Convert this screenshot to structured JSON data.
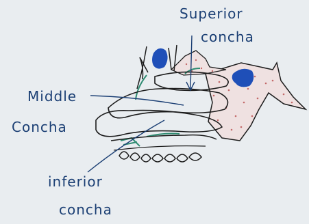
{
  "labels": {
    "superior": [
      "Superior",
      "concha"
    ],
    "middle": [
      "Middle",
      "Concha"
    ],
    "inferior": [
      "inferior",
      "concha"
    ]
  },
  "colors": {
    "paper": "#e9edf0",
    "ink": "#1c1c1c",
    "label_ink": "#1b3f74",
    "sinus_blue": "#1f4fb8",
    "mucosa_green": "#2f8c72",
    "bone_stipple": "#c46a6a"
  }
}
